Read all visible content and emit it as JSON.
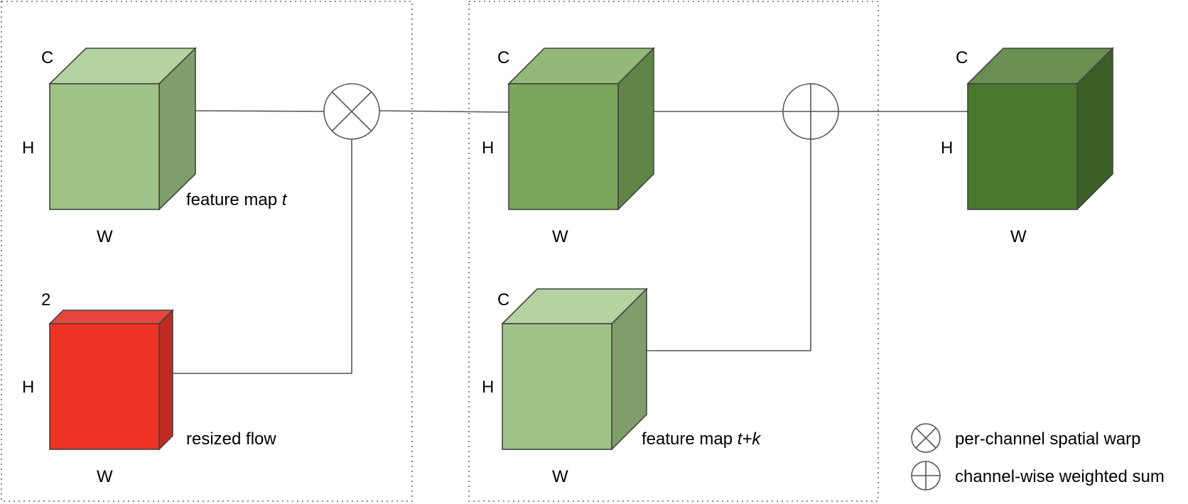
{
  "dims": {
    "C": "C",
    "H": "H",
    "W": "W",
    "two": "2"
  },
  "labels": {
    "feature_map_t": {
      "prefix": "feature map ",
      "var": "t"
    },
    "resized_flow": "resized flow",
    "feature_map_tk": {
      "prefix": "feature map ",
      "var": "t+k"
    }
  },
  "legend": {
    "warp": "per-channel spatial warp",
    "sum": "channel-wise weighted sum"
  },
  "colors": {
    "cube_light": {
      "front": "#9fc386",
      "top": "#b5d3a1",
      "side": "#7f9e6a"
    },
    "cube_mid": {
      "front": "#7aa75b",
      "top": "#93b87a",
      "side": "#5f8646"
    },
    "cube_dark": {
      "front": "#4a792e",
      "top": "#6a8f52",
      "side": "#3a5f24"
    },
    "flow": {
      "front": "#ee3224",
      "top": "#e8463c",
      "side": "#c02a20"
    }
  }
}
